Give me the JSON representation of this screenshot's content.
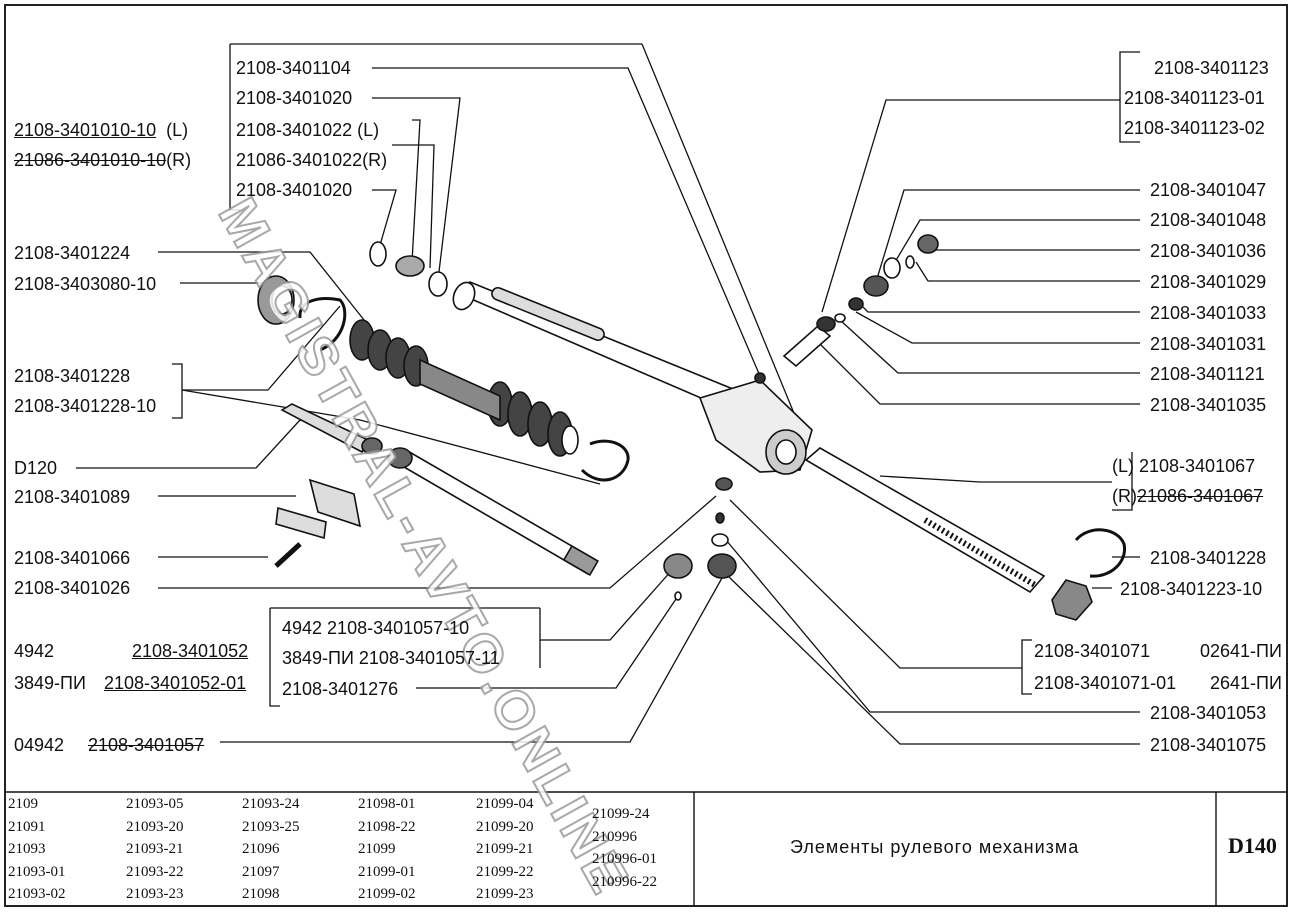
{
  "parts": {
    "p1104": "2108-3401104",
    "p1020a": "2108-3401020",
    "p1022": "2108-3401022  (L)",
    "p1022r": "21086-3401022(R)",
    "p1020b": "2108-3401020",
    "asmL": "2108-3401010-10",
    "asmL_side": "(L)",
    "asmR": "21086-3401010-10",
    "asmR_side": "(R)",
    "p1224": "2108-3401224",
    "p3080": "2108-3403080-10",
    "p1228a": "2108-3401228",
    "p1228b": "2108-3401228-10",
    "d120": "D120",
    "p1089": "2108-3401089",
    "p1066": "2108-3401066",
    "p1026": "2108-3401026",
    "b4942": "4942",
    "b1052": "2108-3401052",
    "b3849": "3849-ПИ",
    "b1052_01": "2108-3401052-01",
    "c4942": "4942  2108-3401057-10",
    "c3849": "3849-ПИ  2108-3401057-11",
    "c1276": "2108-3401276",
    "o4942": "04942",
    "o1057": "2108-3401057",
    "r1123": "2108-3401123",
    "r1123_01": "2108-3401123-01",
    "r1123_02": "2108-3401123-02",
    "r1047": "2108-3401047",
    "r1048": "2108-3401048",
    "r1036": "2108-3401036",
    "r1029": "2108-3401029",
    "r1033": "2108-3401033",
    "r1031": "2108-3401031",
    "r1121": "2108-3401121",
    "r1035": "2108-3401035",
    "r1067L": "(L)  2108-3401067",
    "r1067R_side": "(R)",
    "r1067R": "21086-3401067",
    "r1228": "2108-3401228",
    "r1223": "2108-3401223-10",
    "r1071": "2108-3401071",
    "r1071_alt": "02641-ПИ",
    "r1071_01": "2108-3401071-01",
    "r1071_01_alt": "2641-ПИ",
    "r1053": "2108-3401053",
    "r1075": "2108-3401075"
  },
  "watermark": "MAGISTRAL-AVTO.ONLINE",
  "models": [
    [
      "2109",
      "21091",
      "21093",
      "21093-01",
      "21093-02"
    ],
    [
      "21093-05",
      "21093-20",
      "21093-21",
      "21093-22",
      "21093-23"
    ],
    [
      "21093-24",
      "21093-25",
      "21096",
      "21097",
      "21098"
    ],
    [
      "21098-01",
      "21098-22",
      "21099",
      "21099-01",
      "21099-02"
    ],
    [
      "21099-04",
      "21099-20",
      "21099-21",
      "21099-22",
      "21099-23"
    ],
    [
      "21099-24",
      "210996",
      "210996-01",
      "210996-22"
    ]
  ],
  "title": "Элементы рулевого механизма",
  "code": "D140"
}
